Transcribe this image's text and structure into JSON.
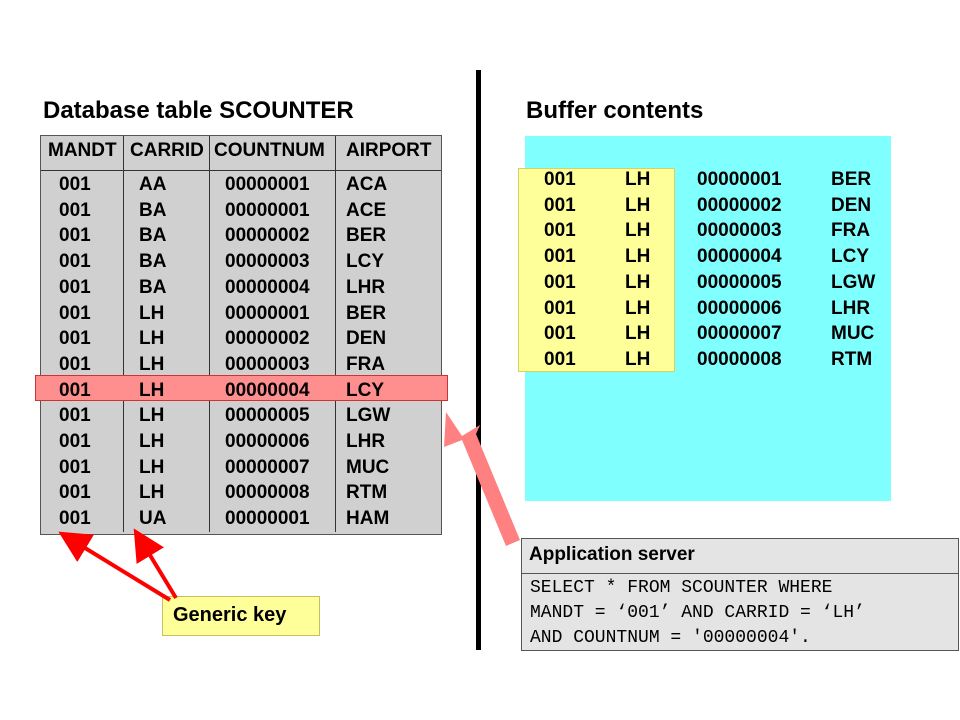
{
  "db_title": "Database table SCOUNTER",
  "buffer_title": "Buffer contents",
  "db_table": {
    "headers": [
      "MANDT",
      "CARRID",
      "COUNTNUM",
      "AIRPORT"
    ],
    "rows": [
      [
        "001",
        "AA",
        "00000001",
        "ACA"
      ],
      [
        "001",
        "BA",
        "00000001",
        "ACE"
      ],
      [
        "001",
        "BA",
        "00000002",
        "BER"
      ],
      [
        "001",
        "BA",
        "00000003",
        "LCY"
      ],
      [
        "001",
        "BA",
        "00000004",
        "LHR"
      ],
      [
        "001",
        "LH",
        "00000001",
        "BER"
      ],
      [
        "001",
        "LH",
        "00000002",
        "DEN"
      ],
      [
        "001",
        "LH",
        "00000003",
        "FRA"
      ],
      [
        "001",
        "LH",
        "00000004",
        "LCY"
      ],
      [
        "001",
        "LH",
        "00000005",
        "LGW"
      ],
      [
        "001",
        "LH",
        "00000006",
        "LHR"
      ],
      [
        "001",
        "LH",
        "00000007",
        "MUC"
      ],
      [
        "001",
        "LH",
        "00000008",
        "RTM"
      ],
      [
        "001",
        "UA",
        "00000001",
        "HAM"
      ]
    ],
    "highlighted_row": 8
  },
  "buffer": {
    "rows": [
      [
        "001",
        "LH",
        "00000001",
        "BER"
      ],
      [
        "001",
        "LH",
        "00000002",
        "DEN"
      ],
      [
        "001",
        "LH",
        "00000003",
        "FRA"
      ],
      [
        "001",
        "LH",
        "00000004",
        "LCY"
      ],
      [
        "001",
        "LH",
        "00000005",
        "LGW"
      ],
      [
        "001",
        "LH",
        "00000006",
        "LHR"
      ],
      [
        "001",
        "LH",
        "00000007",
        "MUC"
      ],
      [
        "001",
        "LH",
        "00000008",
        "RTM"
      ]
    ]
  },
  "app_server": {
    "title": "Application server",
    "code_lines": [
      "SELECT * FROM SCOUNTER WHERE",
      "MANDT = ‘001’ AND CARRID = ‘LH’",
      "AND COUNTNUM = '00000004'."
    ]
  },
  "generic_key_label": "Generic key",
  "colors": {
    "table_bg": "#d0d0d0",
    "highlight": "#ff8f8f",
    "buffer_bg": "#80ffff",
    "key_bg": "#ffff99",
    "red_arrow": "#ff0000",
    "pink_arrow": "#ff8080"
  }
}
